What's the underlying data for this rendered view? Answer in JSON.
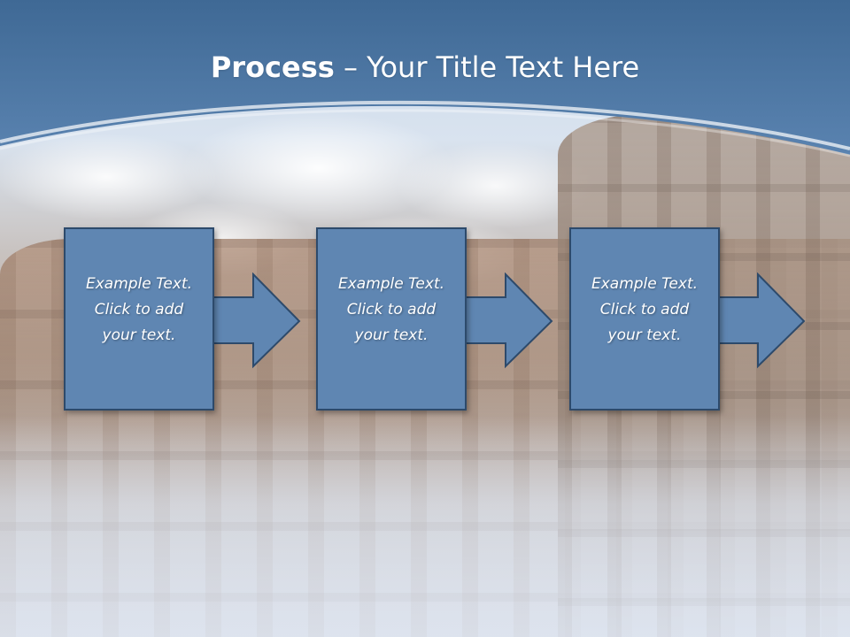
{
  "slide": {
    "title_bold": "Process",
    "title_rest": " – Your Title Text Here"
  },
  "colors": {
    "header_blue": "#4f78a8",
    "box_fill": "#5f86b2",
    "box_border": "#2d4a6b",
    "arrow_fill": "#5f86b2",
    "text_white": "#ffffff"
  },
  "steps": [
    {
      "text": "Example Text.\nClick  to add\nyour text."
    },
    {
      "text": "Example Text.\nClick  to add\nyour text."
    },
    {
      "text": "Example Text.\nClick  to add\nyour text."
    }
  ]
}
